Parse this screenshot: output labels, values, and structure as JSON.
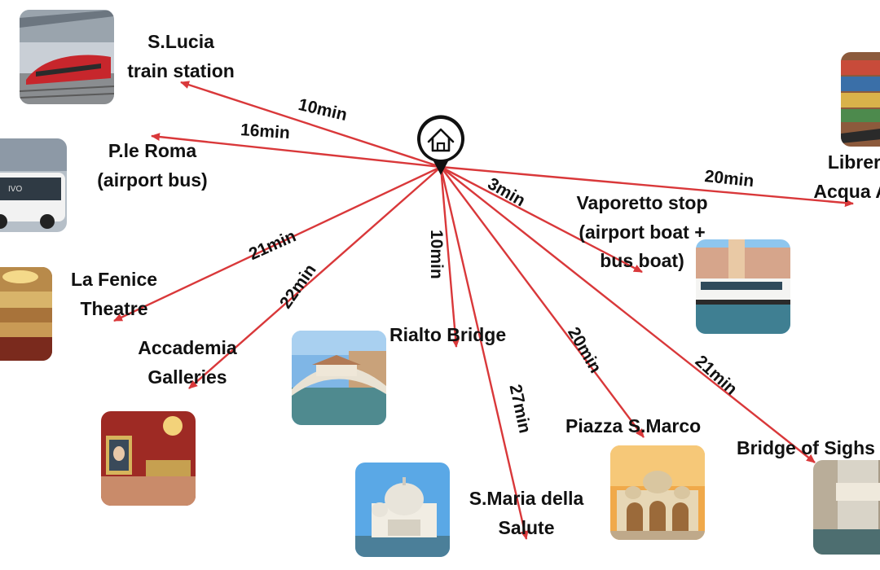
{
  "colors": {
    "arrow": "#d9383a",
    "pin": "#111111",
    "text": "#111111"
  },
  "hub": {
    "icon": "home-location-pin-icon"
  },
  "destinations": [
    {
      "id": "s-lucia",
      "name": "S.Lucia\ntrain station",
      "time": "10min",
      "photo": "high-speed-train"
    },
    {
      "id": "p-le-roma",
      "name": "P.le Roma\n(airport bus)",
      "time": "16min",
      "photo": "white-coach-bus"
    },
    {
      "id": "la-fenice",
      "name": "La Fenice\nTheatre",
      "time": "21min",
      "photo": "opera-house-interior"
    },
    {
      "id": "accademia",
      "name": "Accademia\nGalleries",
      "time": "22min",
      "photo": "gallery-red-room"
    },
    {
      "id": "rialto",
      "name": "Rialto Bridge",
      "time": "10min",
      "photo": "rialto-bridge"
    },
    {
      "id": "salute",
      "name": "S.Maria della\nSalute",
      "time": "27min",
      "photo": "salute-basilica"
    },
    {
      "id": "san-marco",
      "name": "Piazza S.Marco",
      "time": "20min",
      "photo": "st-marks-basilica"
    },
    {
      "id": "sighs",
      "name": "Bridge of Sighs",
      "time": "21min",
      "photo": "bridge-of-sighs"
    },
    {
      "id": "vaporetto",
      "name": "Vaporetto stop\n(airport boat +\nbus boat)",
      "time": "3min",
      "photo": "vaporetto-boat"
    },
    {
      "id": "libreria",
      "name": "Libreria\nAcqua Alta",
      "time": "20min",
      "photo": "bookshop-gondola"
    }
  ]
}
